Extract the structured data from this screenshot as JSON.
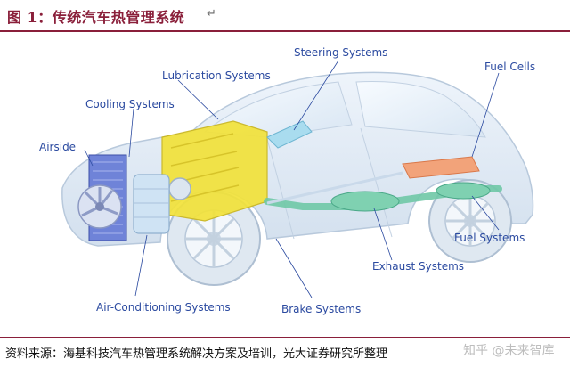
{
  "title": "图 1：传统汽车热管理系统",
  "title_mark": "↵",
  "labels": {
    "steering": "Steering Systems",
    "fuel_cells": "Fuel Cells",
    "lubrication": "Lubrication Systems",
    "cooling": "Cooling Systems",
    "airside": "Airside",
    "fuel_systems": "Fuel Systems",
    "exhaust": "Exhaust Systems",
    "air_conditioning": "Air-Conditioning Systems",
    "brake": "Brake Systems"
  },
  "source": "资料来源：海基科技汽车热管理系统解决方案及培训，光大证券研究所整理",
  "watermark": "知乎 @未来智库",
  "colors": {
    "title": "#8a1f3a",
    "label": "#2b4aa0",
    "engine_yellow": "#f2e23a",
    "exhaust_green": "#6fc8a6",
    "fuel_orange": "#f2a37a",
    "radiator_blue": "#5a6fd0"
  }
}
